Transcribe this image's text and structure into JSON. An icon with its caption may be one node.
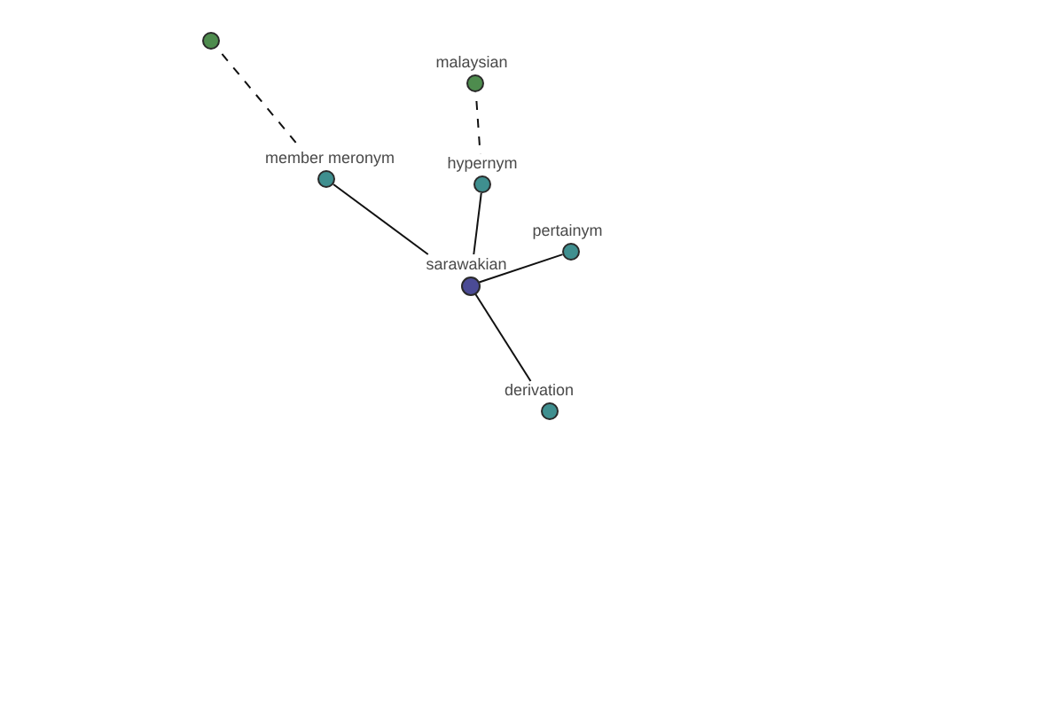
{
  "diagram": {
    "nodes": [
      {
        "text": [],
        "shape": "circle"
      },
      {
        "text": [
          "malaysian"
        ]
      },
      {
        "text": [
          "member meronym"
        ]
      },
      {
        "text": [
          "hypernym"
        ]
      },
      {
        "text": [
          "pertainym"
        ]
      },
      {
        "text": [
          "sarawakian"
        ]
      },
      {
        "text": [
          "derivation"
        ]
      }
    ],
    "edges": [
      {
        "from": 5,
        "to": 2,
        "arrow": "none"
      },
      {
        "from": 5,
        "to": 3,
        "arrow": "none"
      },
      {
        "from": 5,
        "to": 4,
        "arrow": "none"
      },
      {
        "from": 5,
        "to": 6,
        "arrow": "none"
      },
      {
        "from": 3,
        "to": 1,
        "arrow": "none",
        "style": "dashed"
      },
      {
        "from": 2,
        "to": 0,
        "arrow": "none",
        "style": "dashed"
      }
    ]
  }
}
